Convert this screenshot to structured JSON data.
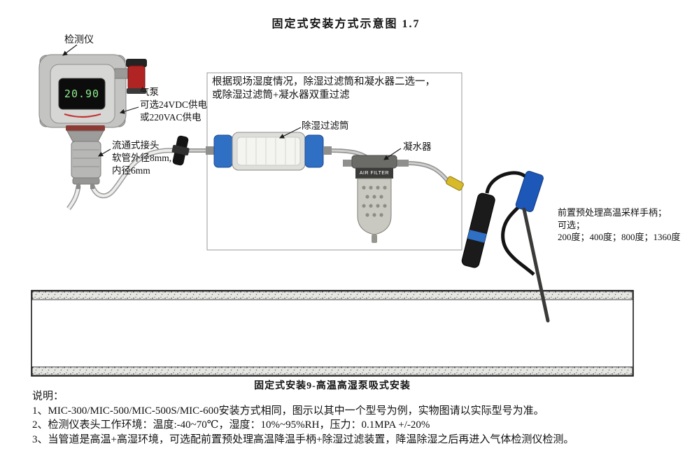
{
  "title": "固定式安装方式示意图 1.7",
  "diagram": {
    "detector_label": "检测仪",
    "pump_label": [
      "气泵",
      "可选24VDC供电",
      "或220VAC供电"
    ],
    "connector_label": [
      "流通式接头",
      "软管外径8mm,",
      "内径6mm"
    ],
    "humidity_note": [
      "根据现场湿度情况，除湿过滤筒和凝水器二选一，",
      "或除湿过滤筒+凝水器双重过滤"
    ],
    "filter_label": "除湿过滤筒",
    "water_trap_label": "凝水器",
    "handle_label": [
      "前置预处理高温采样手柄；",
      "可选；",
      "200度；400度；800度；1360度"
    ],
    "display_value": "20.90",
    "water_trap_text": "AIR FILTER"
  },
  "caption": "固定式安装9-高温高湿泵吸式安装",
  "notes": {
    "heading": "说明：",
    "items": [
      "1、MIC-300/MIC-500/MIC-500S/MIC-600安装方式相同，图示以其中一个型号为例，实物图请以实际型号为准。",
      "2、检测仪表头工作环境：温度:-40~70℃，湿度：10%~95%RH，压力：0.1MPA +/-20%",
      "3、当管道是高温+高湿环境，可选配前置预处理高温降温手柄+除湿过滤装置，降温除湿之后再进入气体检测仪检测。"
    ]
  },
  "colors": {
    "filter_cap_blue": "#2f6fc4",
    "handle_blue": "#1d57b8",
    "beacon_red": "#b02424",
    "display_green": "#8ef08e",
    "tube_grey": "#b5b5b5",
    "fitting_yellow": "#d8b92a"
  }
}
